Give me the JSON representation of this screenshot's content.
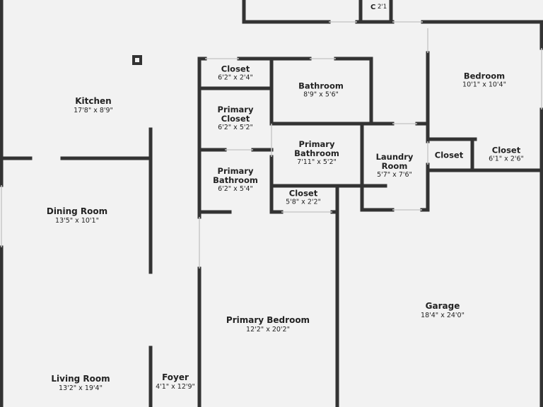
{
  "floorplan": {
    "rooms": [
      {
        "id": "kitchen",
        "name": "Kitchen",
        "dim": "17'8\" x 8'9\""
      },
      {
        "id": "dining-room",
        "name": "Dining Room",
        "dim": "13'5\" x 10'1\""
      },
      {
        "id": "living-room",
        "name": "Living Room",
        "dim": "13'2\" x 19'4\""
      },
      {
        "id": "foyer",
        "name": "Foyer",
        "dim": "4'1\" x 12'9\""
      },
      {
        "id": "closet-top",
        "name": "Closet",
        "dim": "6'2\" x 2'4\""
      },
      {
        "id": "primary-closet",
        "name": "Primary\nCloset",
        "dim": "6'2\" x 5'2\""
      },
      {
        "id": "primary-bathroom-left",
        "name": "Primary\nBathroom",
        "dim": "6'2\" x 5'4\""
      },
      {
        "id": "bathroom",
        "name": "Bathroom",
        "dim": "8'9\" x 5'6\""
      },
      {
        "id": "primary-bathroom-center",
        "name": "Primary\nBathroom",
        "dim": "7'11\" x 5'2\""
      },
      {
        "id": "closet-mid",
        "name": "Closet",
        "dim": "5'8\" x 2'2\""
      },
      {
        "id": "laundry-room",
        "name": "Laundry\nRoom",
        "dim": "5'7\" x 7'6\""
      },
      {
        "id": "bedroom",
        "name": "Bedroom",
        "dim": "10'1\" x 10'4\""
      },
      {
        "id": "closet-right-a",
        "name": "Closet",
        "dim": ""
      },
      {
        "id": "closet-right-b",
        "name": "Closet",
        "dim": "6'1\" x 2'6\""
      },
      {
        "id": "primary-bedroom",
        "name": "Primary Bedroom",
        "dim": "12'2\" x 20'2\""
      },
      {
        "id": "garage",
        "name": "Garage",
        "dim": "18'4\" x 24'0\""
      },
      {
        "id": "closet-clipped",
        "name": "C",
        "dim": "2'1"
      }
    ]
  }
}
